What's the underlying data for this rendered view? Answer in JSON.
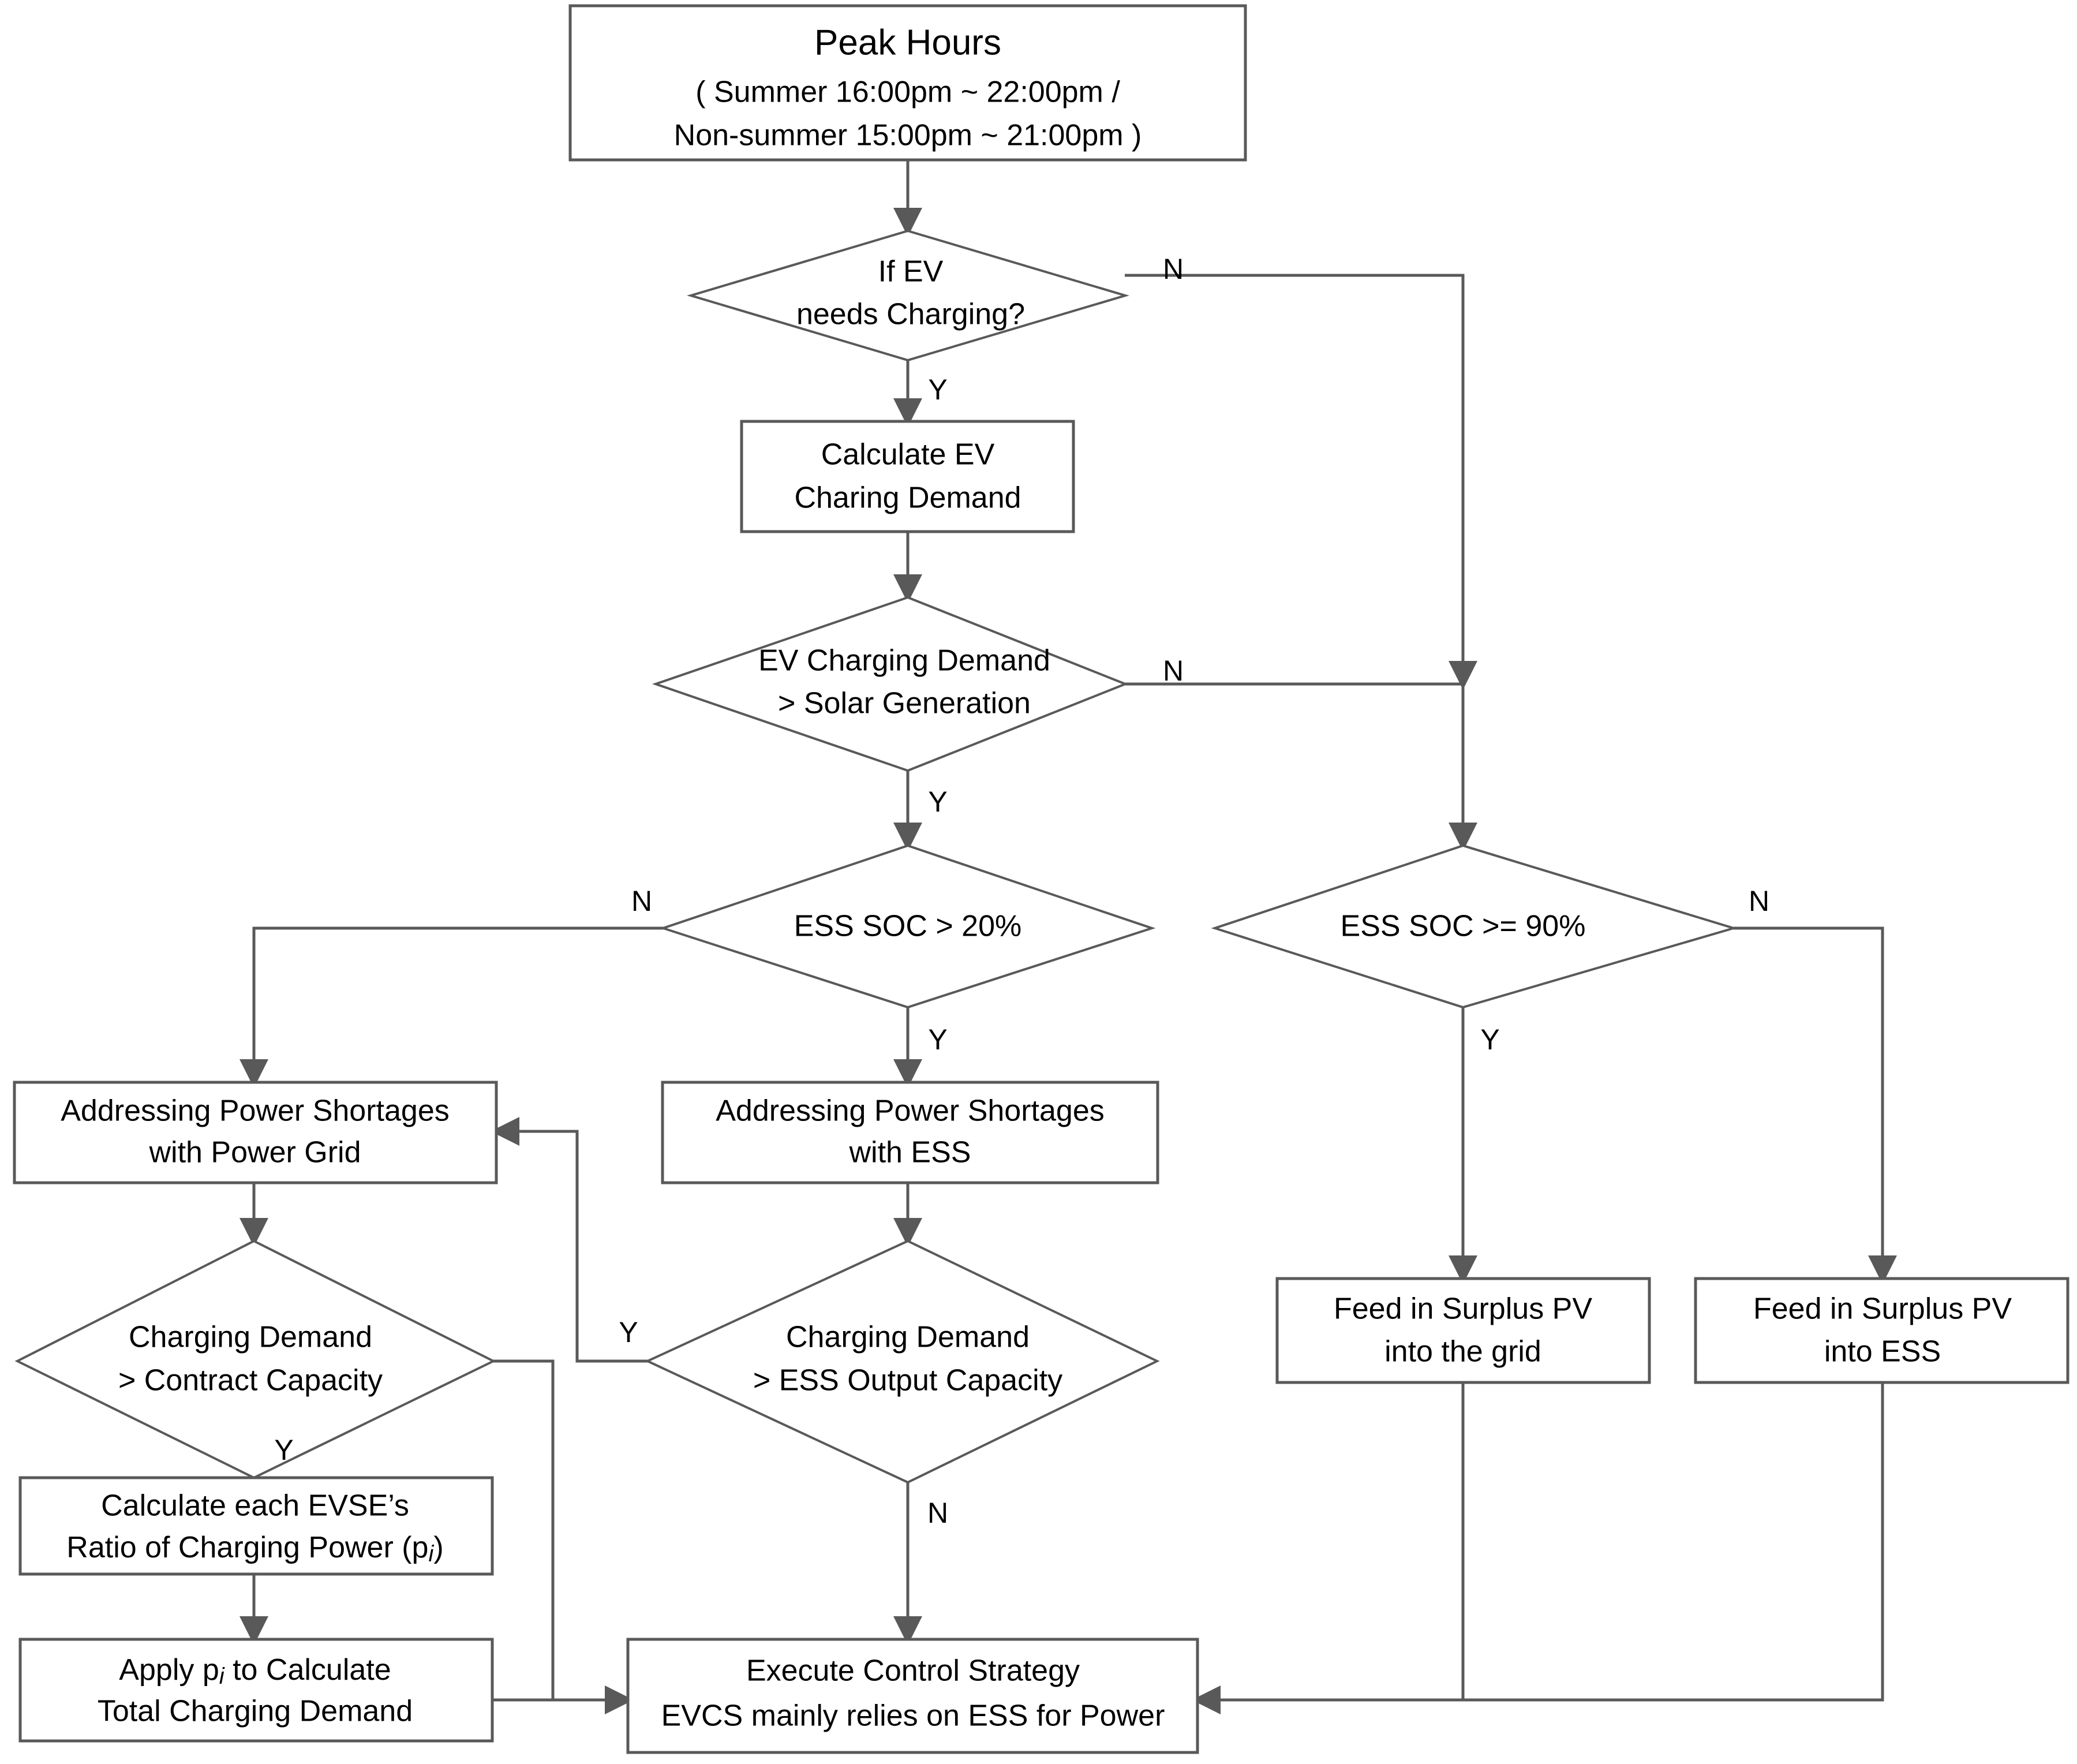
{
  "diagram": {
    "title": "Peak Hours EV Charging Control Strategy Flowchart",
    "colors": {
      "stroke": "#595959",
      "fill": "#ffffff",
      "text": "#000000"
    }
  },
  "nodes": {
    "peak_hours": {
      "type": "process",
      "line1": "Peak Hours",
      "line2": "( Summer 16:00pm ~ 22:00pm /",
      "line3": "Non-summer 15:00pm ~ 21:00pm )"
    },
    "if_ev_needs_charging": {
      "type": "decision",
      "line1": "If  EV",
      "line2": "needs Charging?"
    },
    "calculate_ev_charging_demand": {
      "type": "process",
      "line1": "Calculate EV",
      "line2": "Charing Demand"
    },
    "demand_vs_solar": {
      "type": "decision",
      "line1": "EV Charging Demand",
      "line2": "> Solar Generation"
    },
    "ess_soc_gt_20": {
      "type": "decision",
      "line1": "ESS SOC > 20%"
    },
    "ess_soc_gte_90": {
      "type": "decision",
      "line1": "ESS SOC >= 90%"
    },
    "shortage_with_grid": {
      "type": "process",
      "line1": "Addressing Power Shortages",
      "line2": "with Power Grid"
    },
    "shortage_with_ess": {
      "type": "process",
      "line1": "Addressing Power Shortages",
      "line2": "with ESS"
    },
    "demand_vs_contract": {
      "type": "decision",
      "line1": "Charging Demand",
      "line2": "> Contract Capacity"
    },
    "demand_vs_ess_output": {
      "type": "decision",
      "line1": "Charging Demand",
      "line2": "> ESS Output Capacity"
    },
    "calculate_ratio": {
      "type": "process",
      "line1": "Calculate each EVSE’s",
      "line2_pre": "Ratio of Charging Power (p",
      "line2_sub": "i",
      "line2_post": ")"
    },
    "apply_ratio": {
      "type": "process",
      "line1_pre": "Apply p",
      "line1_sub": "i",
      "line1_post": " to Calculate",
      "line2": "Total  Charging Demand"
    },
    "feed_pv_grid": {
      "type": "process",
      "line1": "Feed in Surplus PV",
      "line2": "into the grid"
    },
    "feed_pv_ess": {
      "type": "process",
      "line1": "Feed in Surplus PV",
      "line2": "into ESS"
    },
    "execute_control_strategy": {
      "type": "process",
      "line1": "Execute Control Strategy",
      "line2": "EVCS mainly relies on ESS for Power"
    }
  },
  "branch_labels": {
    "ev_charging_no": "N",
    "ev_charging_yes": "Y",
    "solar_no": "N",
    "solar_yes": "Y",
    "soc20_no": "N",
    "soc20_yes": "Y",
    "soc90_no": "N",
    "soc90_yes": "Y",
    "contract_yes": "Y",
    "ess_output_yes": "Y",
    "ess_output_no": "N"
  }
}
